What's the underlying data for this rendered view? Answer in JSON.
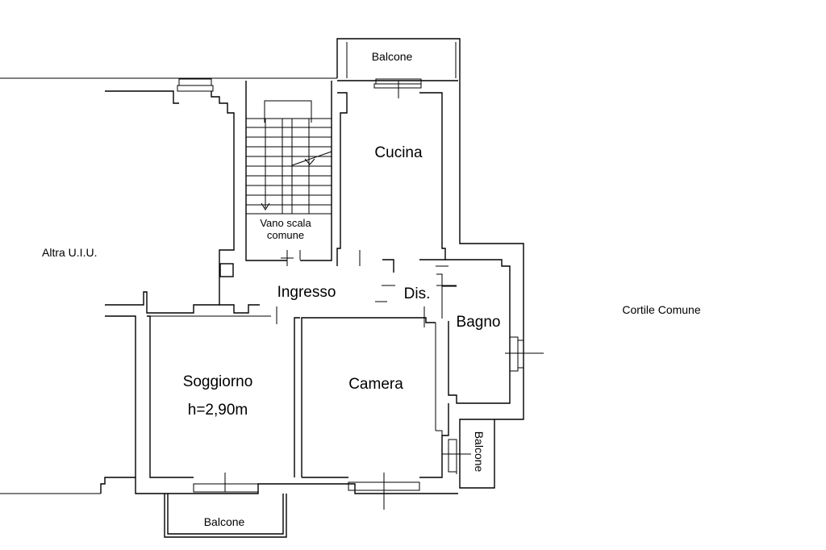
{
  "labels": {
    "balcone_top": "Balcone",
    "cucina": "Cucina",
    "vano_scala_line1": "Vano scala",
    "vano_scala_line2": "comune",
    "altra_uiu": "Altra U.I.U.",
    "ingresso": "Ingresso",
    "dis": "Dis.",
    "bagno": "Bagno",
    "cortile": "Cortile Comune",
    "soggiorno": "Soggiorno",
    "soggiorno_height": "h=2,90m",
    "camera": "Camera",
    "balcone_right": "Balcone",
    "balcone_bottom": "Balcone"
  }
}
